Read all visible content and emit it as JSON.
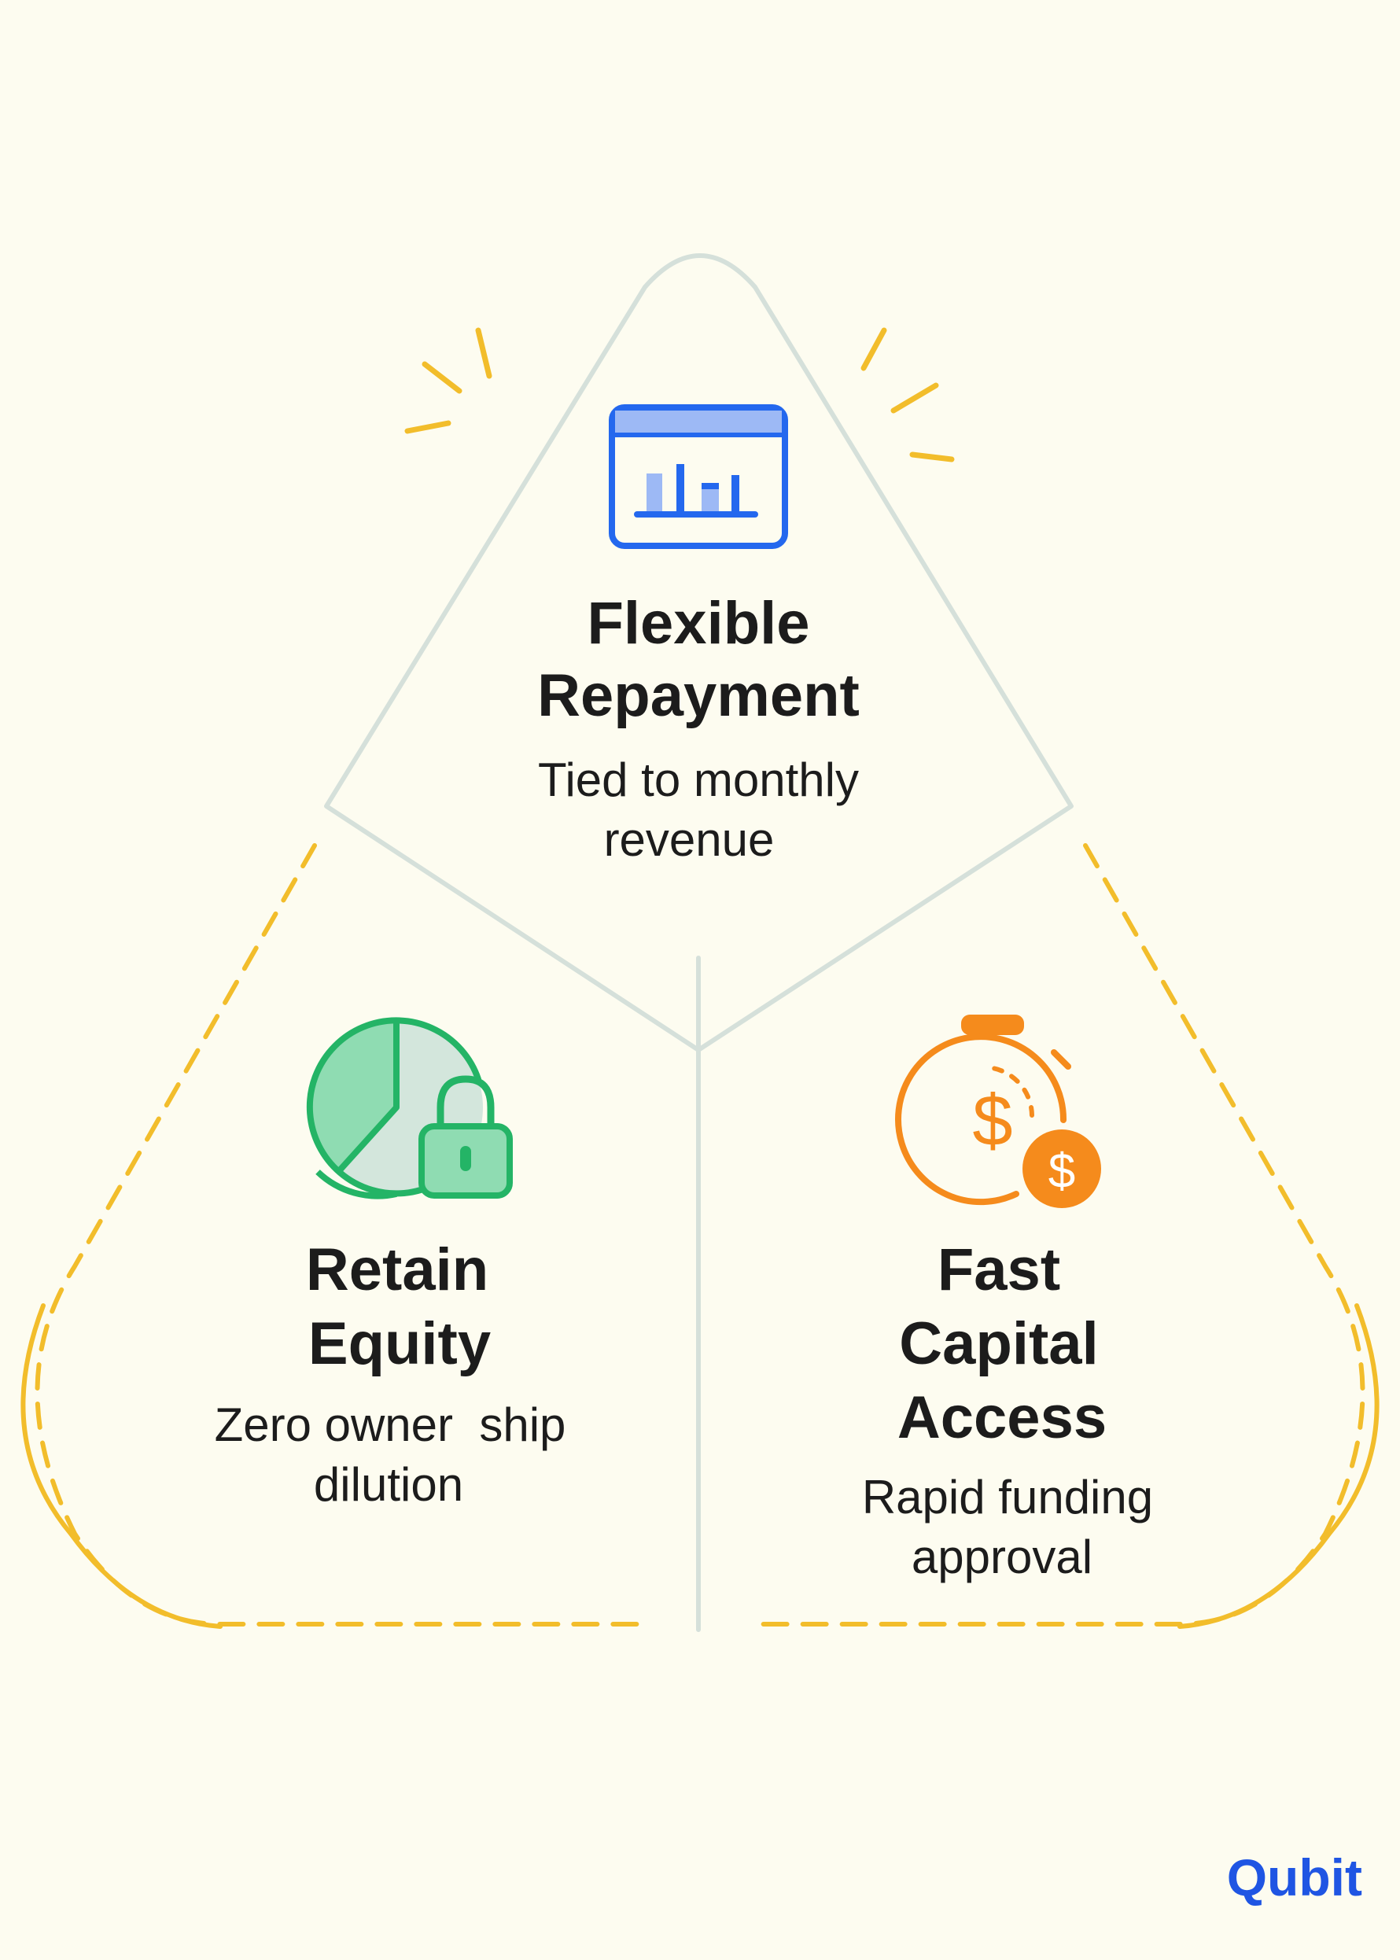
{
  "top": {
    "title_line1": "Flexible",
    "title_line2": "Repayment",
    "desc_line1": "Tied to monthly",
    "desc_line2": "revenue",
    "icon": "bar-chart-window-icon"
  },
  "left": {
    "title_line1": "Retain",
    "title_line2": "Equity",
    "desc_line1": "Zero owner  ship",
    "desc_line2": "dilution",
    "icon": "pie-chart-lock-icon"
  },
  "right": {
    "title_line1": "Fast",
    "title_line2": "Capital",
    "title_line3": "Access",
    "desc_line1": "Rapid funding",
    "desc_line2": "approval",
    "icon": "stopwatch-dollar-icon"
  },
  "logo": {
    "text": "Qubit"
  },
  "colors": {
    "background": "#fdfcf0",
    "outline_gray": "#d5e0da",
    "dashed_yellow": "#f2bd2b",
    "blue": "#2468ee",
    "green": "#24b466",
    "orange": "#f58b1c",
    "brand": "#1f55e3"
  }
}
